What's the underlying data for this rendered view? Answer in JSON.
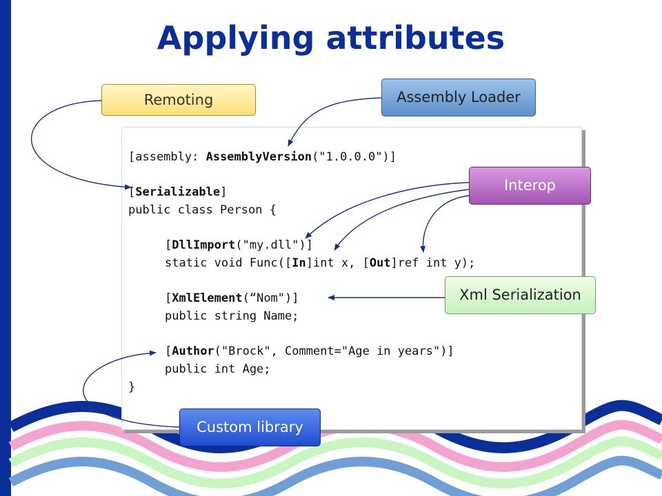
{
  "slide": {
    "title": "Applying attributes"
  },
  "callouts": {
    "remoting": "Remoting",
    "assembly_loader": "Assembly Loader",
    "interop": "Interop",
    "xml_serialization": "Xml Serialization",
    "custom_library": "Custom library"
  },
  "code": {
    "l1_a": "[assembly: ",
    "l1_b": "AssemblyVersion",
    "l1_c": "(\"1.0.0.0\")]",
    "l2_a": "[",
    "l2_b": "Serializable",
    "l2_c": "]",
    "l3": "public class Person {",
    "l4_a": "[",
    "l4_b": "DllImport",
    "l4_c": "(\"my.dll\")]",
    "l5_a": "static void Func([",
    "l5_b": "In",
    "l5_c": "]int x, [",
    "l5_d": "Out",
    "l5_e": "]ref int y);",
    "l6_a": "[",
    "l6_b": "XmlElement",
    "l6_c": "(“Nom\")]",
    "l7": "public string Name;",
    "l8_a": "[",
    "l8_b": "Author",
    "l8_c": "(\"Brock\", Comment=\"Age in years\")]",
    "l9": "public int Age;",
    "l10": "}"
  },
  "colors": {
    "title": "#0a2f9a",
    "wave_navy": "#0a2f9a",
    "wave_pink": "#f4a3cf",
    "wave_green": "#c8f5c0",
    "wave_blue": "#6f9fd6"
  }
}
